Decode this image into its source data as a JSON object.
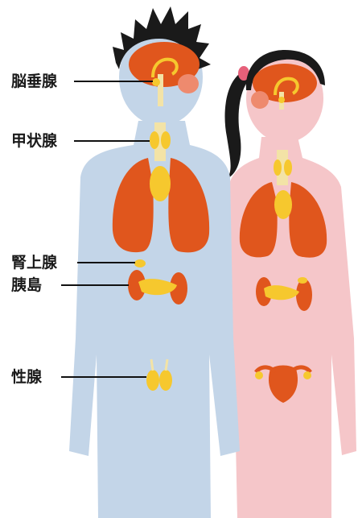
{
  "labels": {
    "pituitary": "脳垂腺",
    "thyroid": "甲状腺",
    "adrenal": "腎上腺",
    "pancreas": "胰島",
    "gonad": "性腺"
  },
  "colors": {
    "boy_skin": "#c3d5e8",
    "girl_skin": "#f5c6c9",
    "organ_orange": "#e0561d",
    "organ_yellow": "#f6c82e",
    "hair": "#1a1a1a",
    "hair_tie": "#e6607a"
  }
}
